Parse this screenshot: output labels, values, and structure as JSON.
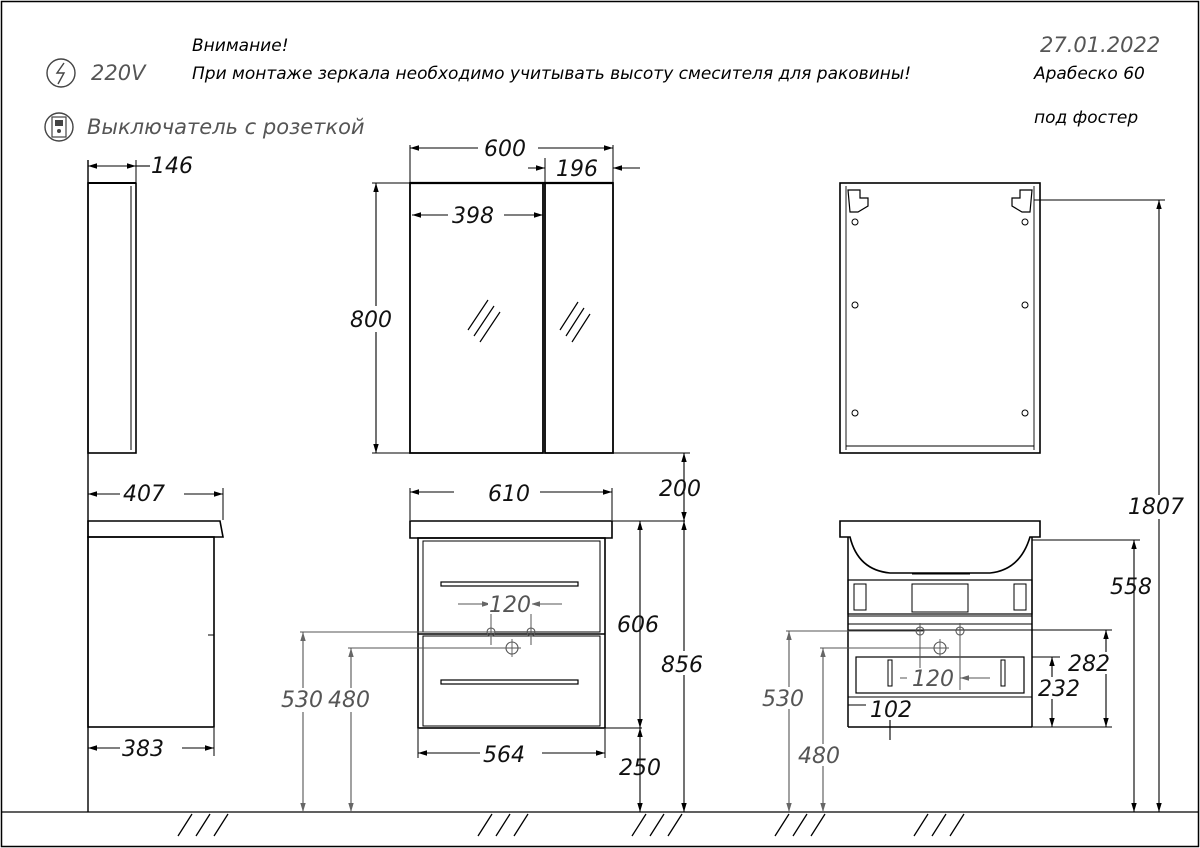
{
  "header": {
    "warning_title": "Внимание!",
    "warning_text": "При монтаже зеркала необходимо учитывать высоту смесителя для раковины!",
    "date": "27.01.2022",
    "model": "Арабеско 60",
    "subtitle": "под фостер"
  },
  "legend": {
    "power_label": "220V",
    "switch_label": "Выключатель с розеткой"
  },
  "dimensions": {
    "mirror_depth": "146",
    "mirror_width": "600",
    "mirror_offset": "196",
    "mirror_door_width": "398",
    "mirror_height": "800",
    "mirror_gap": "200",
    "total_height": "1807",
    "cabinet_depth_top": "407",
    "cabinet_depth_bottom": "383",
    "sink_width": "610",
    "cabinet_inner_width": "564",
    "cabinet_height": "606",
    "cabinet_total_height": "856",
    "floor_gap": "250",
    "outlet_spacing_front": "120",
    "height_530_front": "530",
    "height_480_front": "480",
    "outlet_spacing_back": "120",
    "height_530_back": "530",
    "height_480_back": "480",
    "height_558": "558",
    "height_282": "282",
    "height_232": "232",
    "offset_102": "102"
  }
}
